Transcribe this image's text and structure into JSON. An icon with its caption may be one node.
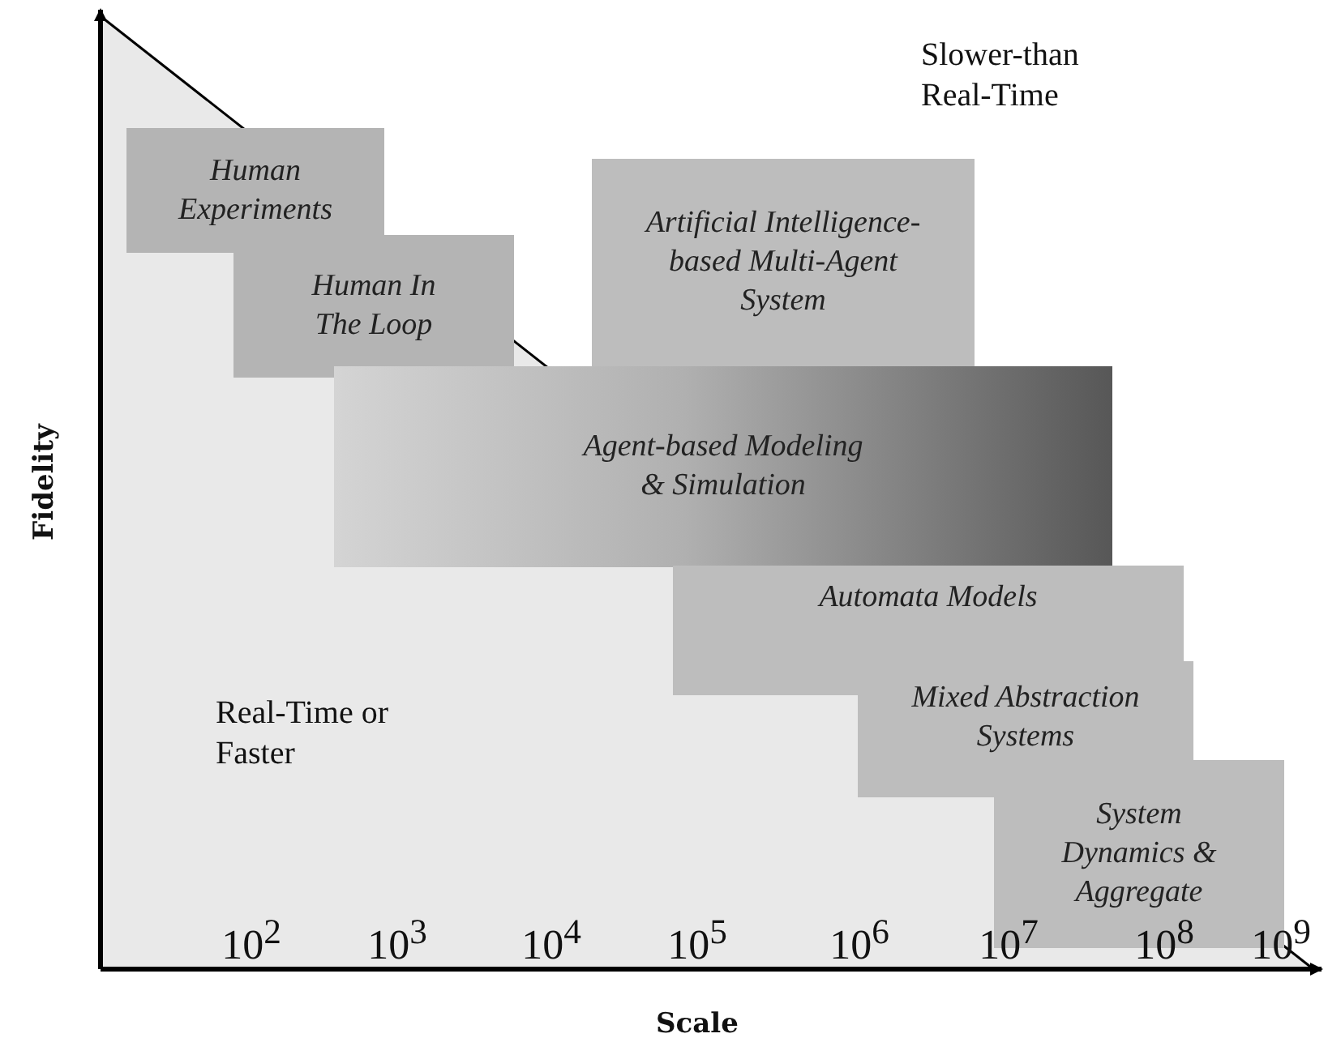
{
  "diagram": {
    "nodes": [
      {
        "text": [
          "Human Experiments"
        ]
      },
      {
        "text": [
          "Human In The Loop"
        ]
      },
      {
        "text": [
          "Artificial Intelligence-based Multi-Agent System"
        ]
      },
      {
        "text": [
          "Agent-based Modeling & Simulation"
        ]
      },
      {
        "text": [
          "Automata Models"
        ]
      },
      {
        "text": [
          "Mixed Abstraction Systems"
        ]
      },
      {
        "text": [
          "System Dynamics & Aggregate"
        ]
      }
    ],
    "edges": [],
    "labels": [
      "Slower-than Real-Time",
      "Fidelity",
      "Real-Time or Faster",
      "10$^{2}$",
      "10$^{3}$",
      "10$^{4}$",
      "10$^{5}$",
      "10$^{6}$",
      "10$^{7}$",
      "10$^{8}$",
      "10$^{9}$",
      "Scale"
    ]
  }
}
